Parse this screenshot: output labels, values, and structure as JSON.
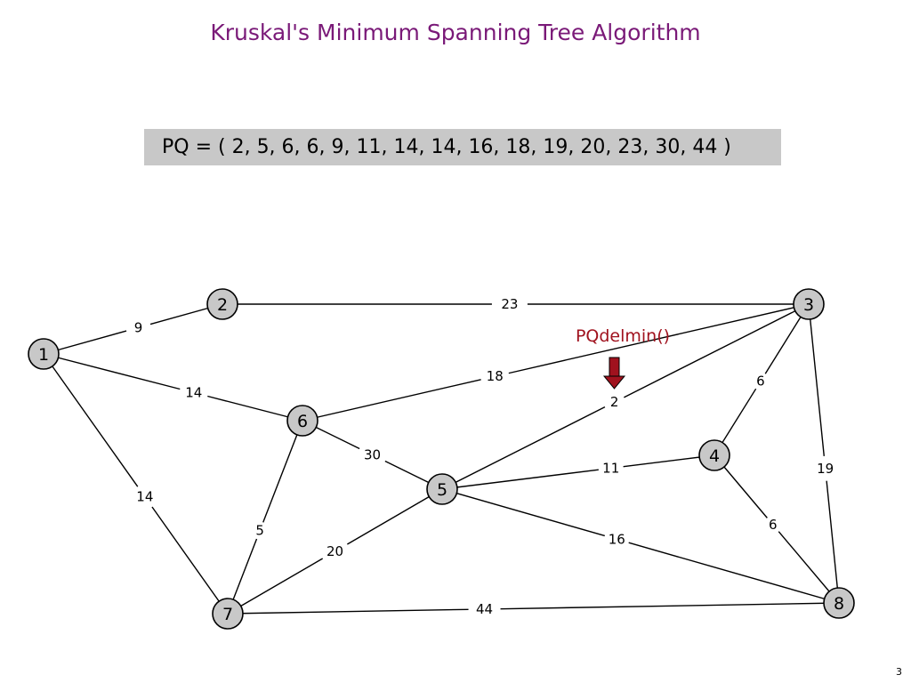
{
  "title": "Kruskal's Minimum Spanning Tree Algorithm",
  "pq_text": "PQ = ( 2, 5, 6, 6, 9, 11, 14, 14, 16, 18, 19, 20, 23, 30, 44 )",
  "operation_label": "PQdelmin()",
  "page_number": "3",
  "colors": {
    "title": "#7a1a78",
    "pq_box": "#c8c8c8",
    "node_fill": "#c8c8c8",
    "arrow": "#a0121e"
  },
  "graph": {
    "nodes": [
      "1",
      "2",
      "3",
      "4",
      "5",
      "6",
      "7",
      "8"
    ],
    "edges": [
      {
        "from": "1",
        "to": "2",
        "weight": "9"
      },
      {
        "from": "2",
        "to": "3",
        "weight": "23"
      },
      {
        "from": "1",
        "to": "6",
        "weight": "14"
      },
      {
        "from": "1",
        "to": "7",
        "weight": "14"
      },
      {
        "from": "6",
        "to": "3",
        "weight": "18"
      },
      {
        "from": "5",
        "to": "3",
        "weight": "2"
      },
      {
        "from": "4",
        "to": "3",
        "weight": "6"
      },
      {
        "from": "3",
        "to": "8",
        "weight": "19"
      },
      {
        "from": "6",
        "to": "5",
        "weight": "30"
      },
      {
        "from": "6",
        "to": "7",
        "weight": "5"
      },
      {
        "from": "5",
        "to": "4",
        "weight": "11"
      },
      {
        "from": "4",
        "to": "8",
        "weight": "6"
      },
      {
        "from": "7",
        "to": "5",
        "weight": "20"
      },
      {
        "from": "5",
        "to": "8",
        "weight": "16"
      },
      {
        "from": "7",
        "to": "8",
        "weight": "44"
      }
    ]
  }
}
